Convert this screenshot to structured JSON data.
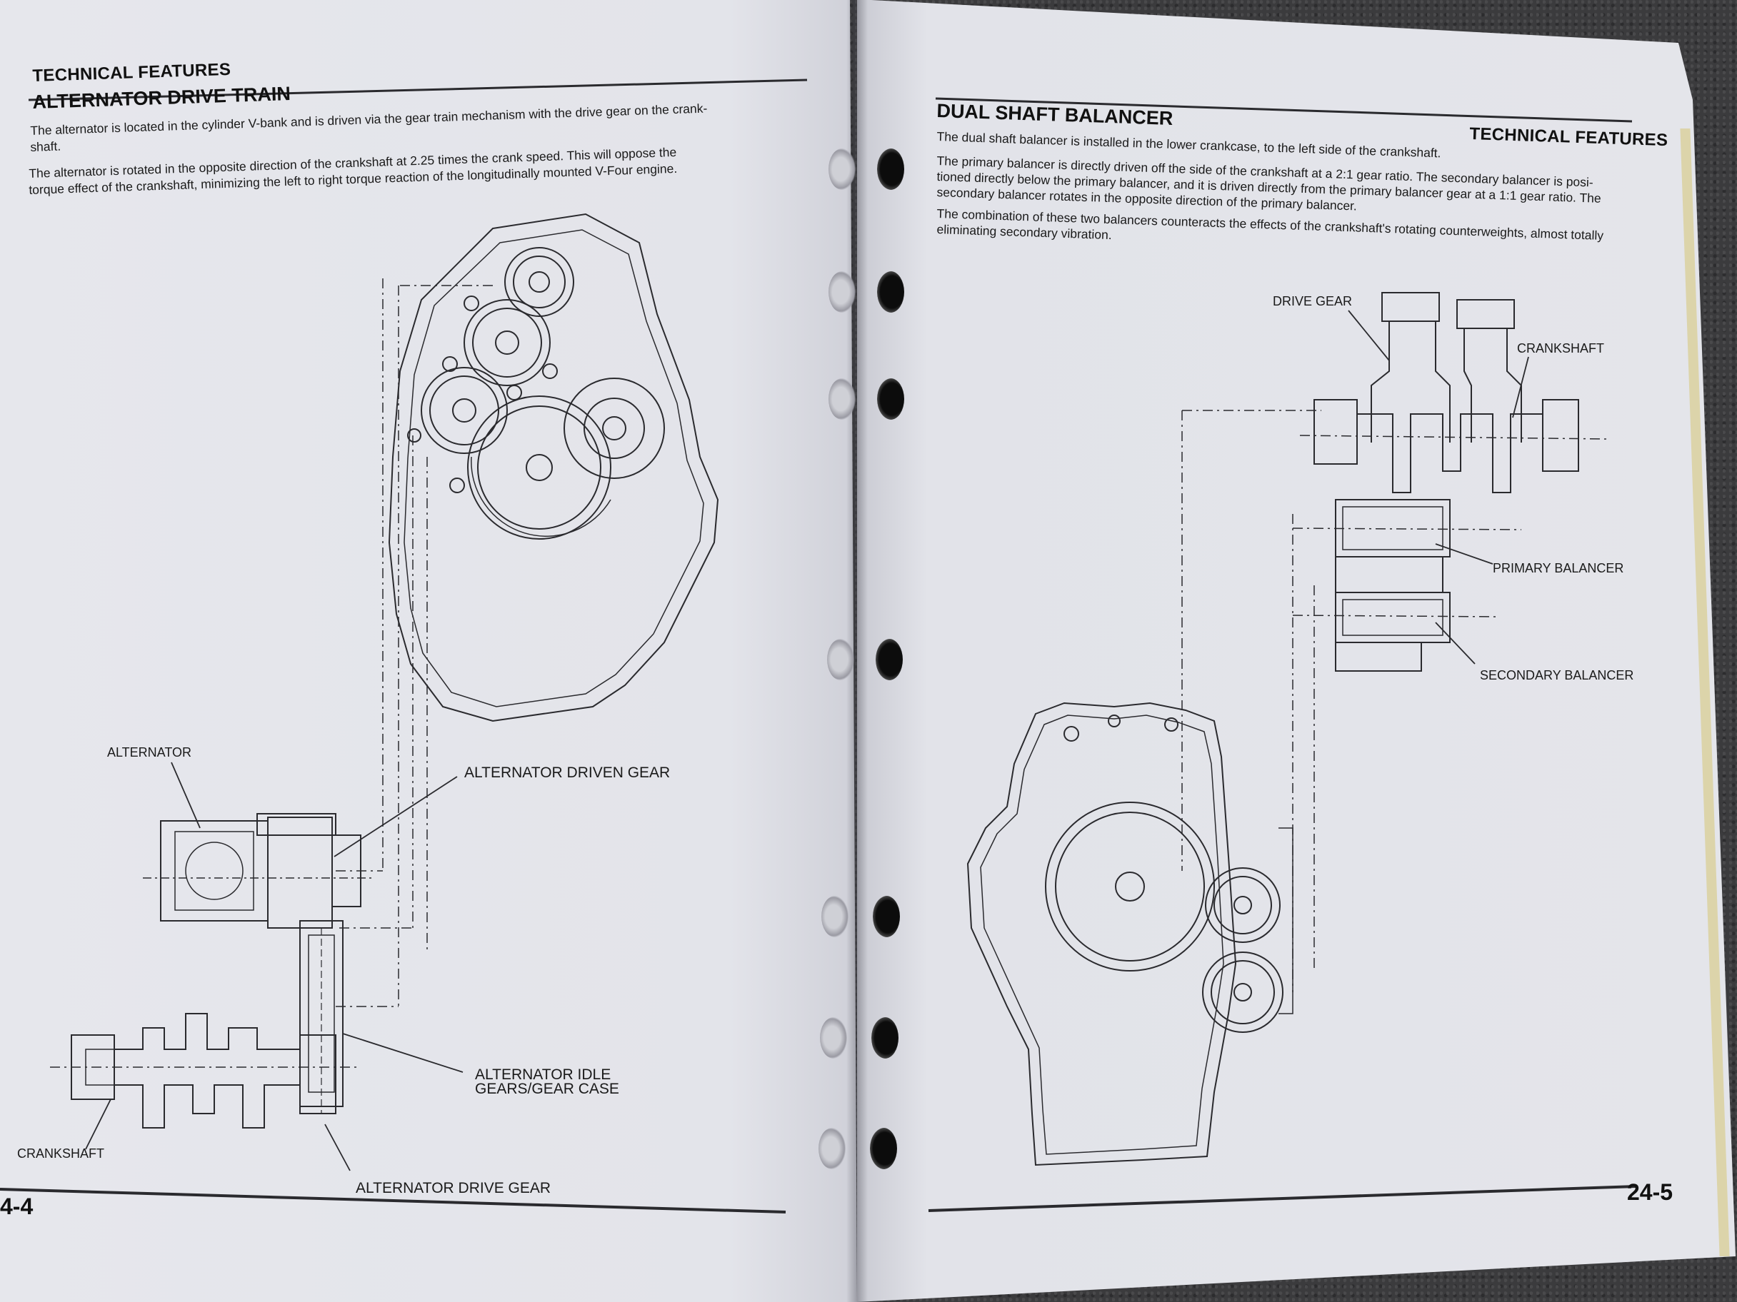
{
  "left_page": {
    "section_header": "TECHNICAL FEATURES",
    "title": "ALTERNATOR DRIVE TRAIN",
    "paragraphs": [
      "The alternator is located in the cylinder V-bank and is driven via the gear train mechanism with the drive gear on the crank-",
      "shaft.",
      "The alternator is rotated in the opposite direction of the crankshaft at 2.25 times the crank speed. This will oppose the",
      "torque effect of the crankshaft, minimizing the left to right torque reaction of the longitudinally mounted V-Four engine."
    ],
    "labels": {
      "alternator": "ALTERNATOR",
      "driven_gear": "ALTERNATOR DRIVEN GEAR",
      "idle_gears_1": "ALTERNATOR IDLE",
      "idle_gears_2": "GEARS/GEAR CASE",
      "crankshaft": "CRANKSHAFT",
      "drive_gear": "ALTERNATOR DRIVE GEAR"
    },
    "page_number": "4-4"
  },
  "right_page": {
    "title": "DUAL SHAFT BALANCER",
    "section_header": "TECHNICAL FEATURES",
    "paragraphs": [
      "The dual shaft balancer is installed in the lower crankcase, to the left side of the crankshaft.",
      "The primary balancer is directly driven off the side of the crankshaft at a 2:1 gear ratio. The secondary balancer is posi-",
      "tioned directly below the primary balancer, and it is driven directly from the primary balancer gear at a 1:1 gear ratio. The",
      "secondary balancer rotates in the opposite direction of the primary balancer.",
      "The combination of these two balancers counteracts the effects of the crankshaft's rotating counterweights, almost totally",
      "eliminating secondary vibration."
    ],
    "labels": {
      "drive_gear": "DRIVE GEAR",
      "crankshaft": "CRANKSHAFT",
      "primary_balancer": "PRIMARY BALANCER",
      "secondary_balancer": "SECONDARY BALANCER"
    },
    "page_number": "24-5"
  }
}
